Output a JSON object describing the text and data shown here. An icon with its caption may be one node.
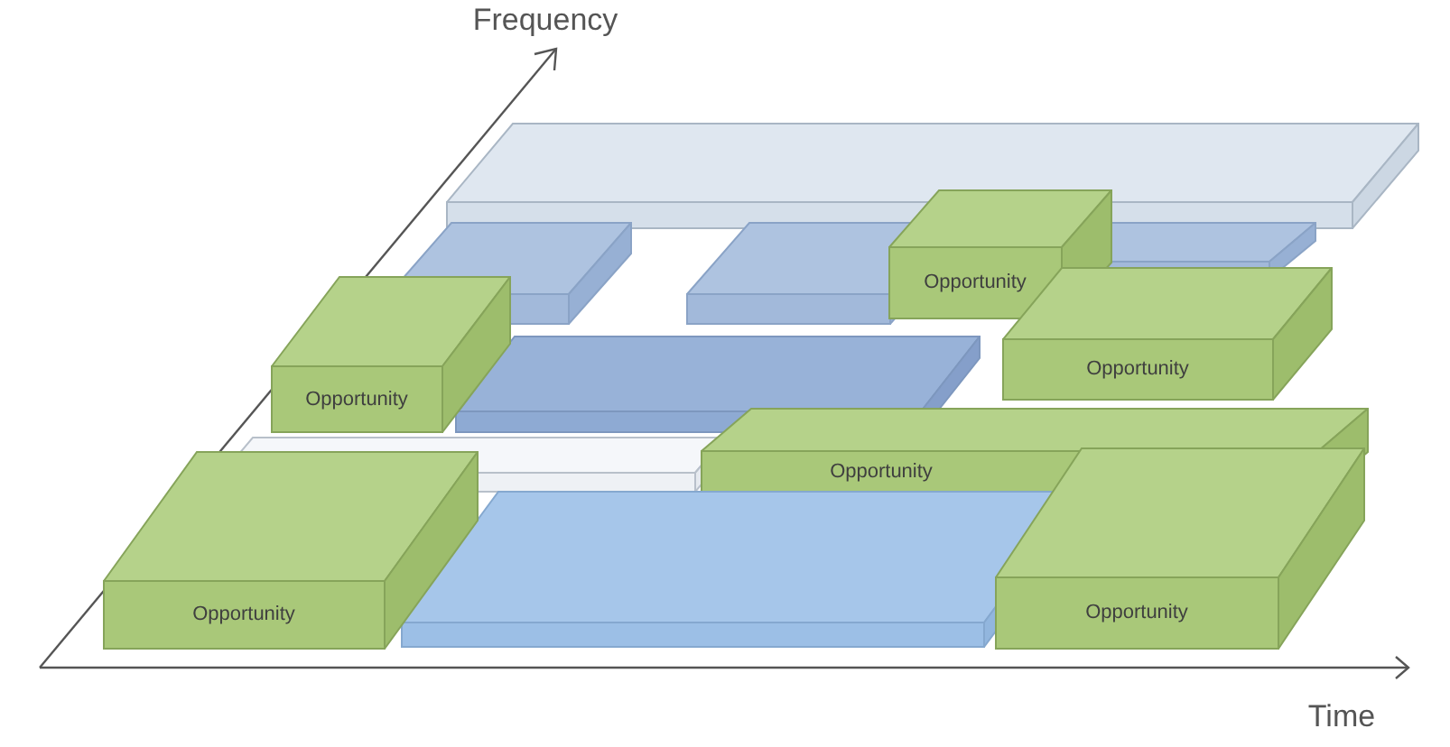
{
  "diagram": {
    "nodes": [
      {
        "text": [],
        "shape": "box"
      },
      {
        "text": [],
        "shape": "box"
      },
      {
        "text": [],
        "shape": "box"
      },
      {
        "text": [
          "Opportunity"
        ]
      },
      {
        "text": [],
        "shape": "box"
      },
      {
        "text": [
          "Opportunity"
        ]
      },
      {
        "text": [],
        "shape": "box"
      },
      {
        "text": [
          "Opportunity"
        ]
      },
      {
        "text": [],
        "shape": "box"
      },
      {
        "text": [
          "Opportunity"
        ]
      },
      {
        "text": [
          "Opportunity"
        ]
      },
      {
        "text": [],
        "shape": "box"
      },
      {
        "text": [
          "Opportunity"
        ]
      }
    ],
    "labels": [
      "Frequency",
      "Time"
    ]
  }
}
